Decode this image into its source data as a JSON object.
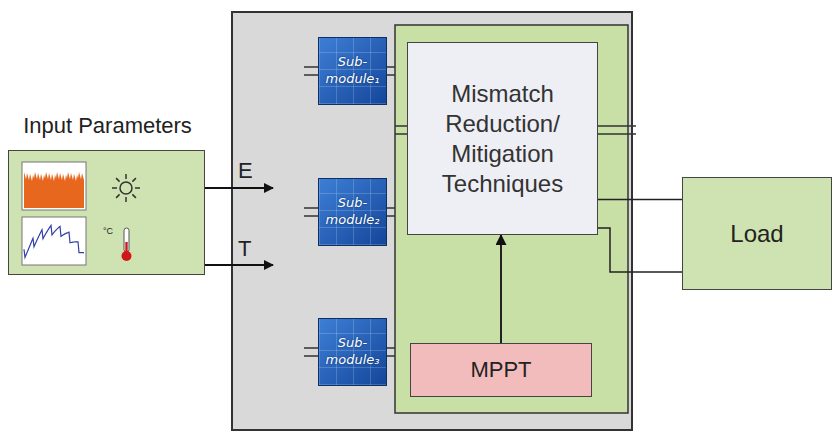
{
  "diagram": {
    "nodes": [
      {
        "text": [
          "Input Parameters"
        ]
      },
      {
        "text": [
          "Sub-module₁"
        ]
      },
      {
        "text": [
          "Sub-module₂"
        ]
      },
      {
        "text": [
          "Sub-module₃"
        ]
      },
      {
        "text": [
          "Mismatch Reduction/ Mitigation Techniques"
        ]
      },
      {
        "text": [
          "MPPT"
        ]
      },
      {
        "text": [
          "Load"
        ]
      }
    ],
    "edges": [
      {
        "from": 5,
        "to": 4,
        "arrow": "to"
      },
      {
        "from": 4,
        "to": 6,
        "arrow": "none"
      }
    ],
    "labels": [
      "E",
      "T",
      "°C"
    ]
  }
}
